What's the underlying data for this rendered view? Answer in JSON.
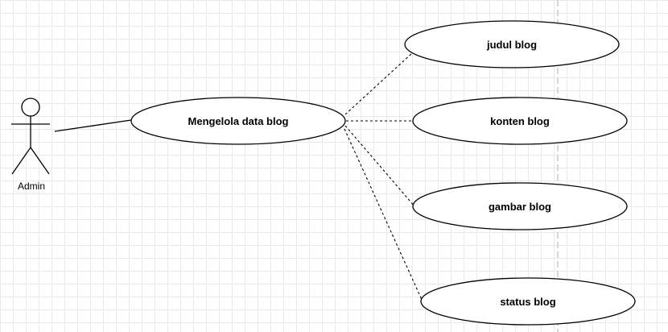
{
  "actor": {
    "label": "Admin",
    "icon": "stick-figure-icon"
  },
  "use_cases": {
    "main": {
      "label": "Mengelola data blog"
    },
    "items": [
      {
        "label": "judul blog"
      },
      {
        "label": "konten blog"
      },
      {
        "label": "gambar blog"
      },
      {
        "label": "status blog"
      }
    ]
  },
  "colors": {
    "stroke": "#000000",
    "fill": "#ffffff",
    "grid": "#e9e9e9",
    "page_guide": "#d6d6d6"
  }
}
